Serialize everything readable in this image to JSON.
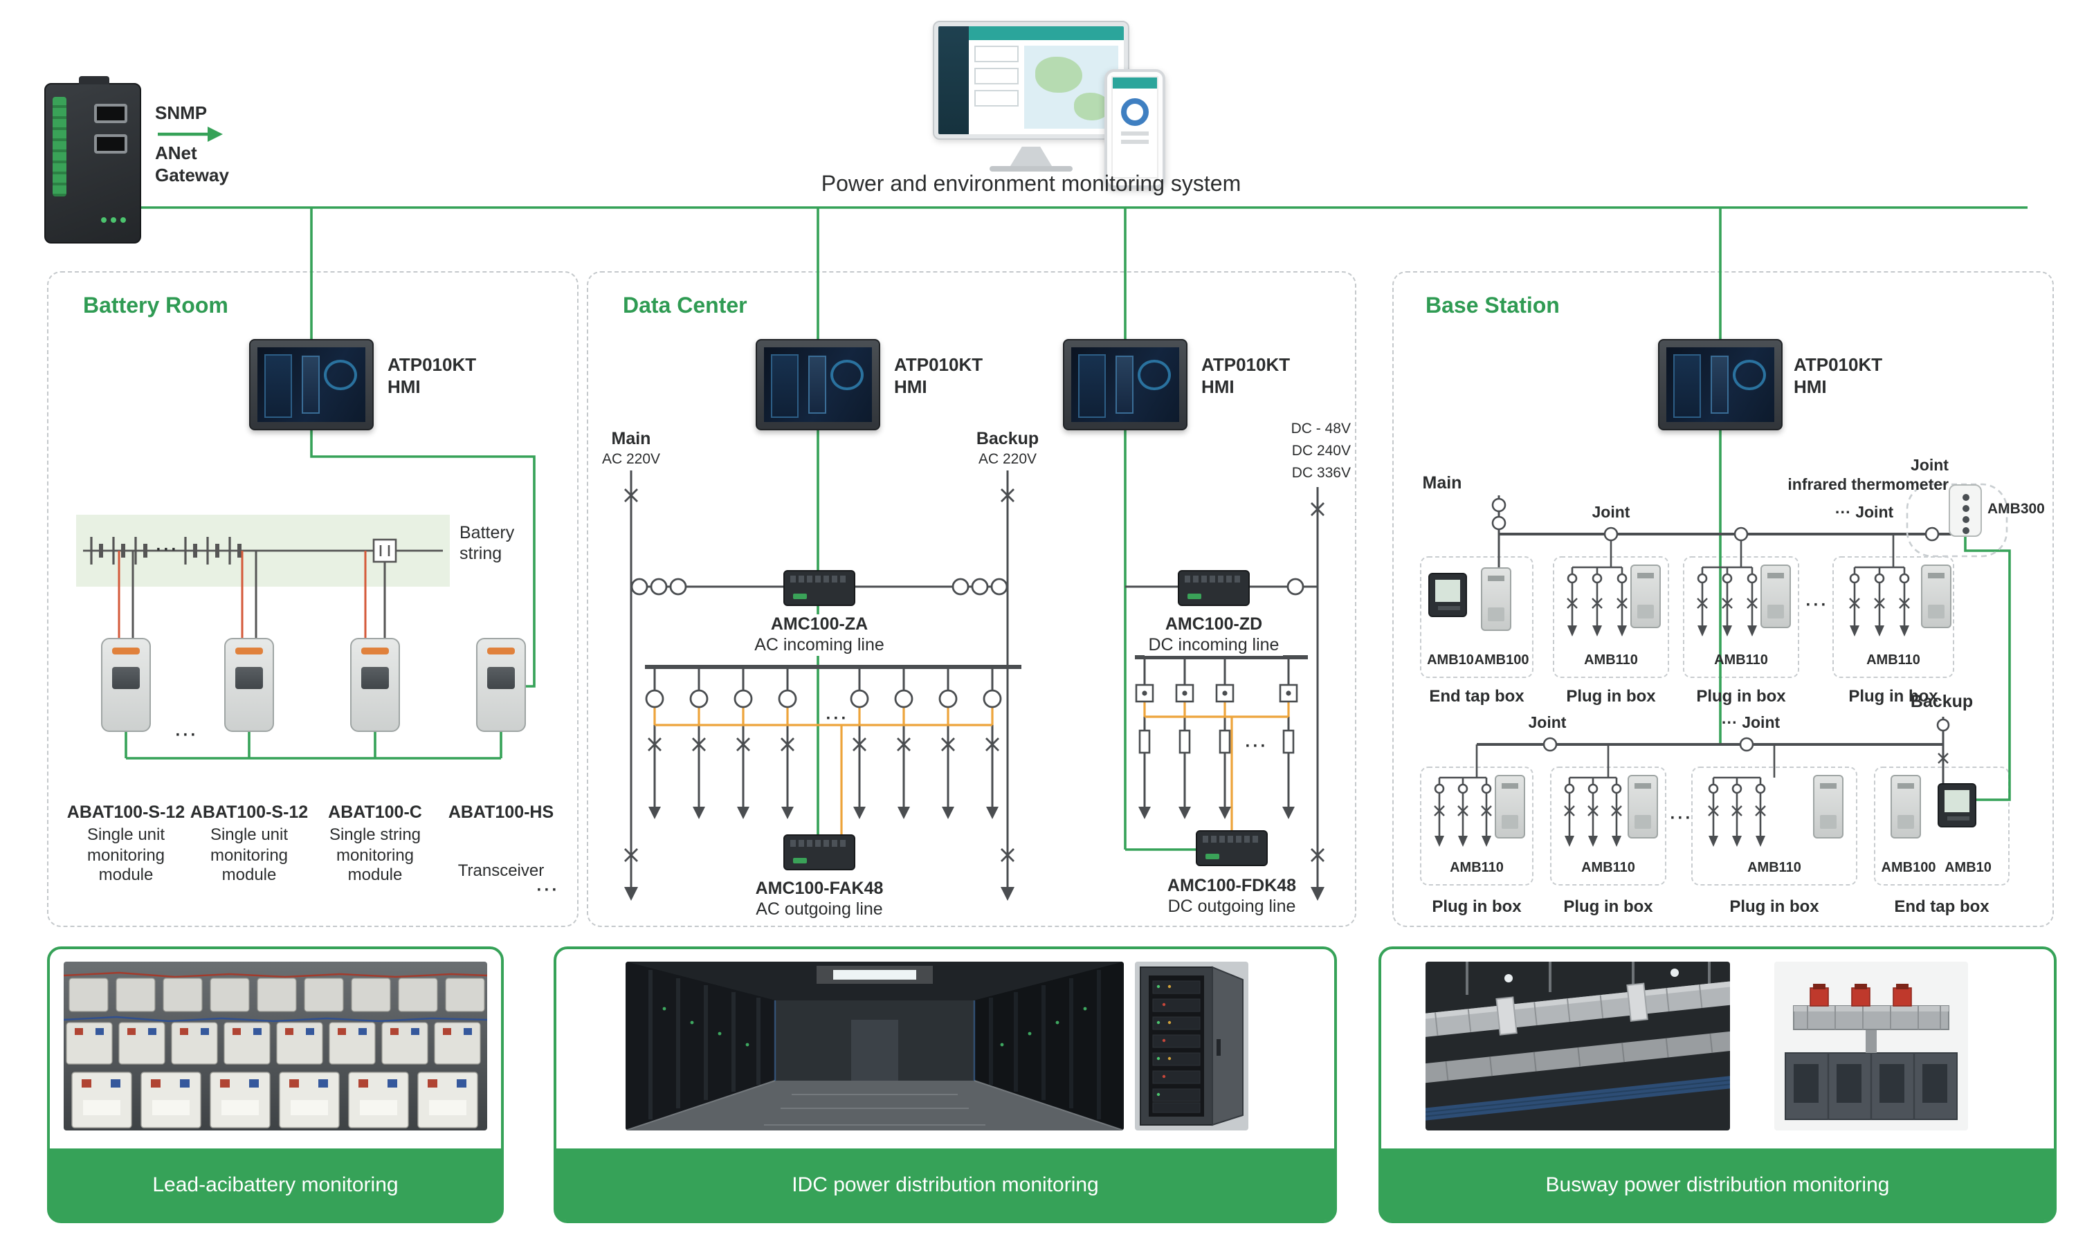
{
  "colors": {
    "brand_green": "#36a258",
    "wire_orange": "#eda43b",
    "wire_dark": "#4a4d50",
    "wire_red": "#d4593a"
  },
  "ui": {
    "dots": "···"
  },
  "gateway": {
    "protocol": "SNMP",
    "name": "ANet\nGateway"
  },
  "header": {
    "title": "Power and environment monitoring system"
  },
  "battery_room": {
    "title": "Battery Room",
    "hmi_label": "ATP010KT\nHMI",
    "battery_string_label": "Battery string",
    "modules": [
      {
        "model": "ABAT100-S-12",
        "desc": "Single unit monitoring module"
      },
      {
        "model": "ABAT100-S-12",
        "desc": "Single unit monitoring module"
      },
      {
        "model": "ABAT100-C",
        "desc": "Single string monitoring module"
      },
      {
        "model": "ABAT100-HS",
        "desc": "Transceiver"
      }
    ]
  },
  "data_center": {
    "title": "Data Center",
    "hmi_label_1": "ATP010KT\nHMI",
    "hmi_label_2": "ATP010KT\nHMI",
    "ac": {
      "main_label": "Main",
      "main_voltage": "AC 220V",
      "backup_label": "Backup",
      "backup_voltage": "AC 220V",
      "incoming_model": "AMC100-ZA",
      "incoming_desc": "AC incoming line",
      "outgoing_model": "AMC100-FAK48",
      "outgoing_desc": "AC outgoing line"
    },
    "dc": {
      "voltages": [
        "DC - 48V",
        "DC 240V",
        "DC 336V"
      ],
      "incoming_model": "AMC100-ZD",
      "incoming_desc": "DC incoming line",
      "outgoing_model": "AMC100-FDK48",
      "outgoing_desc": "DC outgoing line"
    }
  },
  "base_station": {
    "title": "Base Station",
    "hmi_label": "ATP010KT\nHMI",
    "main_label": "Main",
    "backup_label": "Backup",
    "joint_label": "Joint",
    "joint_dots_label": "··· Joint",
    "thermometer_label": "Joint\ninfrared thermometer",
    "amb300_label": "AMB300",
    "row1": {
      "end_tap": {
        "device_labels": [
          "AMB10",
          "AMB100"
        ],
        "caption": "End tap box"
      },
      "plug_boxes": [
        {
          "label": "AMB110",
          "caption": "Plug in box"
        },
        {
          "label": "AMB110",
          "caption": "Plug in box"
        },
        {
          "label": "AMB110",
          "caption": "Plug in box"
        }
      ]
    },
    "row2": {
      "plug_boxes": [
        {
          "label": "AMB110",
          "caption": "Plug in box"
        },
        {
          "label": "AMB110",
          "caption": "Plug in box"
        },
        {
          "label": "AMB110",
          "caption": "Plug in box"
        }
      ],
      "end_tap": {
        "device_labels": [
          "AMB100",
          "AMB10"
        ],
        "caption": "End tap box"
      }
    }
  },
  "footer": {
    "cards": [
      {
        "caption": "Lead-acibattery monitoring"
      },
      {
        "caption": "IDC power distribution monitoring"
      },
      {
        "caption": "Busway power distribution monitoring"
      }
    ]
  }
}
